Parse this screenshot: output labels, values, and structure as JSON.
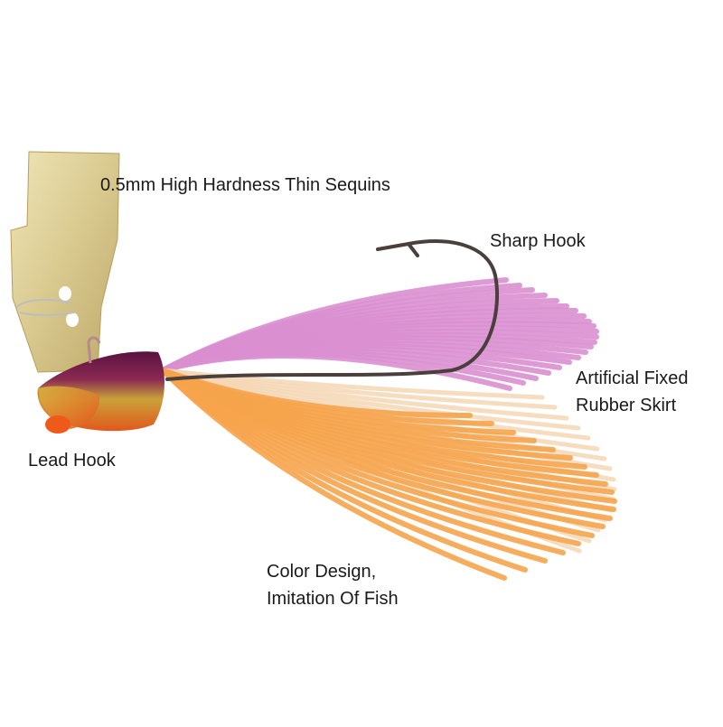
{
  "labels": {
    "sequins": "0.5mm High Hardness Thin Sequins",
    "sharp_hook": "Sharp Hook",
    "skirt_line1": "Artificial Fixed",
    "skirt_line2": "Rubber Skirt",
    "lead_hook": "Lead Hook",
    "color_line1": "Color Design,",
    "color_line2": "Imitation Of Fish"
  },
  "colors": {
    "background": "#ffffff",
    "blade": "#d8c98e",
    "skirt_pink": "#d98fd0",
    "skirt_orange": "#f6a44c",
    "skirt_cream": "#f4d7b5",
    "head_top": "#6b1a4a",
    "head_mid": "#c9a23a",
    "head_nose": "#e2571c",
    "hook": "#4a3f3d"
  }
}
